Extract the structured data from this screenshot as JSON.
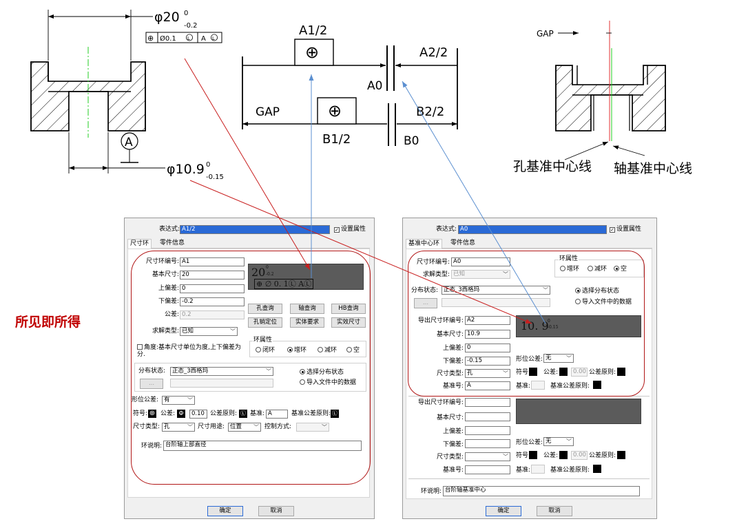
{
  "drawings": {
    "left_top_dim": "φ20",
    "left_top_up": "0",
    "left_top_low": "-0.2",
    "left_fcf_sym": "⊕",
    "left_fcf_tol": "Ø0.1",
    "left_fcf_mod": "L",
    "left_fcf_datum": "A",
    "left_datum": "A",
    "left_bot_dim": "φ10.9",
    "left_bot_up": "0",
    "left_bot_low": "-0.15",
    "mid_a12": "A1/2",
    "mid_a22": "A2/2",
    "mid_a0": "A0",
    "mid_gap": "GAP",
    "mid_b12": "B1/2",
    "mid_b22": "B2/2",
    "mid_b0": "B0",
    "mid_sym": "⊕",
    "right_gap": "GAP",
    "right_hole": "孔基准中心线",
    "right_shaft": "轴基准中心线"
  },
  "slogan": "所见即所得",
  "colors": {
    "frame": "#b01414",
    "arrow_red": "#c81e1e",
    "arrow_blue": "#5b8fd0",
    "slogan": "#c00000"
  },
  "dlg1": {
    "expr_label": "表达式:",
    "expr_value": "A1/2",
    "set_attr": "设置属性",
    "tab1": "尺寸环",
    "tab2": "零件信息",
    "l_id": "尺寸环编号:",
    "v_id": "A1",
    "l_basic": "基本尺寸:",
    "v_basic": "20",
    "l_up": "上偏差:",
    "v_up": "0",
    "l_low": "下偏差:",
    "v_low": "-0.2",
    "l_tol": "公差:",
    "v_tol": "0.2",
    "l_solve": "求解类型:",
    "v_solve": "已知",
    "prev_main": "20",
    "prev_up": "0",
    "prev_low": "-0.2",
    "prev_fcf": "⊕ ∅ 0. 1Ⓛ AⓁ",
    "b_hole": "孔查询",
    "b_shaft": "轴查询",
    "b_hb": "HB查询",
    "b_pin": "孔销定位",
    "b_solid": "实体要求",
    "b_eff": "实效尺寸",
    "angle": "角度:基本尺寸单位为度,上下偏差为分.",
    "ring_title": "环属性",
    "r_closed": "闭环",
    "r_inc": "增环",
    "r_dec": "减环",
    "r_empty": "空",
    "l_dist": "分布状态:",
    "v_dist": "正态_3西格玛",
    "dist_sel": "选择分布状态",
    "dist_imp": "导入文件中的数据",
    "dots": "...",
    "l_geo": "形位公差:",
    "v_geo": "有",
    "l_sym": "符号:",
    "l_gtol": "公差:",
    "v_gtol": "0.10",
    "l_principle": "公差原则:",
    "l_datum": "基准:",
    "v_datum": "A",
    "l_dprinciple": "基准公差原则:",
    "l_dtype": "尺寸类型:",
    "v_dtype": "孔",
    "l_use": "尺寸用途:",
    "v_use": "位置",
    "l_ctrl": "控制方式:",
    "l_desc": "环说明:",
    "v_desc": "台阶轴上部直径",
    "ok": "确定",
    "cancel": "取消"
  },
  "dlg2": {
    "expr_label": "表达式:",
    "expr_value": "A0",
    "set_attr": "设置属性",
    "tab1": "基准中心环",
    "tab2": "零件信息",
    "l_id": "尺寸环编号:",
    "v_id": "A0",
    "l_solve": "求解类型:",
    "v_solve": "已知",
    "ring_title": "环属性",
    "r_inc": "增环",
    "r_dec": "减环",
    "r_empty": "空",
    "l_dist": "分布状态:",
    "v_dist": "正态_3西格玛",
    "dist_sel": "选择分布状态",
    "dist_imp": "导入文件中的数据",
    "dots": "...",
    "l_exp_id": "导出尺寸环编号:",
    "v_exp_id": "A2",
    "l_basic": "基本尺寸:",
    "v_basic": "10.9",
    "l_up": "上偏差:",
    "v_up": "0",
    "l_low": "下偏差:",
    "v_low": "-0.15",
    "l_dtype": "尺寸类型:",
    "v_dtype": "孔",
    "l_datum_no": "基准号:",
    "v_datum_no": "A",
    "prev_main": "10. 9",
    "prev_up": "0",
    "prev_low": "-0.15",
    "l_geo": "形位公差:",
    "v_geo": "无",
    "l_sym": "符号:",
    "l_gtol": "公差:",
    "v_gtol": "0.00",
    "l_principle": "公差原则:",
    "l_datum": "基准:",
    "l_dprinciple": "基准公差原则:",
    "l_desc": "环说明:",
    "v_desc": "台阶轴基准中心",
    "ok": "确定",
    "cancel": "取消"
  }
}
